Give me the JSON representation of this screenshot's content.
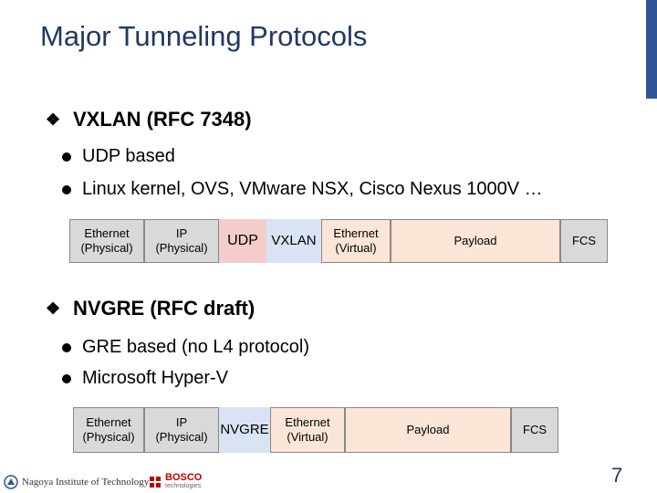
{
  "title": "Major Tunneling Protocols",
  "sections": [
    {
      "heading": "VXLAN (RFC 7348)",
      "bullets": [
        "UDP based",
        "Linux kernel, OVS, VMware NSX, Cisco Nexus 1000V …"
      ],
      "packet": {
        "eth_phys": [
          "Ethernet",
          "(Physical)"
        ],
        "ip_phys": [
          "IP",
          "(Physical)"
        ],
        "udp": "UDP",
        "proto": "VXLAN",
        "eth_virt": [
          "Ethernet",
          "(Virtual)"
        ],
        "payload": "Payload",
        "fcs": "FCS"
      }
    },
    {
      "heading": "NVGRE (RFC draft)",
      "bullets": [
        "GRE based (no L4 protocol)",
        "Microsoft Hyper-V"
      ],
      "packet": {
        "eth_phys": [
          "Ethernet",
          "(Physical)"
        ],
        "ip_phys": [
          "IP",
          "(Physical)"
        ],
        "proto": "NVGRE",
        "eth_virt": [
          "Ethernet",
          "(Virtual)"
        ],
        "payload": "Payload",
        "fcs": "FCS"
      }
    }
  ],
  "colors": {
    "gray": "#d9d9d9",
    "pink": "#f4cccc",
    "light_blue": "#dae3f3",
    "peach": "#fbe5d6",
    "accent": "#2f5597"
  },
  "footer": {
    "nit_logo": "Nagoya Institute of Technology",
    "bosco_logo": "BOSCO",
    "bosco_sub": "technologies"
  },
  "page_number": "7"
}
